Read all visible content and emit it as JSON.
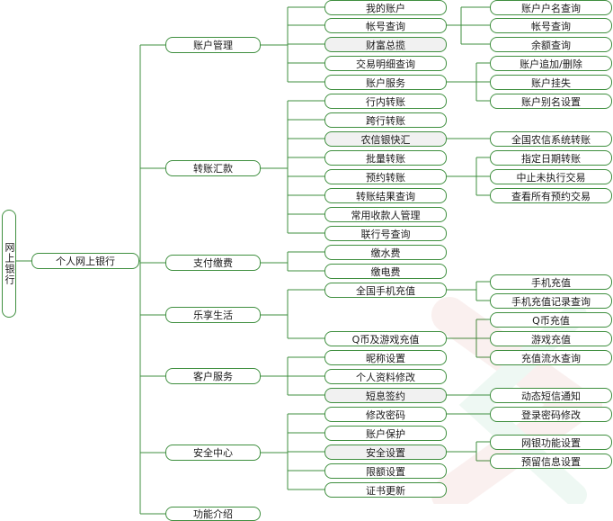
{
  "root": "网上银行",
  "main": "个人网上银行",
  "line_color": "#3f8f3f",
  "categories": [
    {
      "label": "账户管理",
      "items": [
        "我的账户",
        "帐号查询",
        "财富总揽",
        "交易明细查询",
        "账户服务"
      ]
    },
    {
      "label": "转账汇款",
      "items": [
        "行内转账",
        "跨行转账",
        "农信银快汇",
        "批量转账",
        "预约转账",
        "转账结果查询",
        "常用收款人管理",
        "联行号查询"
      ]
    },
    {
      "label": "支付缴费",
      "items": [
        "缴水费",
        "缴电费"
      ]
    },
    {
      "label": "乐享生活",
      "items": [
        "全国手机充值",
        "Q币及游戏充值"
      ]
    },
    {
      "label": "客户服务",
      "items": [
        "昵称设置",
        "个人资料修改",
        "短息签约"
      ]
    },
    {
      "label": "安全中心",
      "items": [
        "修改密码",
        "账户保护",
        "安全设置",
        "限额设置",
        "证书更新"
      ]
    },
    {
      "label": "功能介绍",
      "items": []
    }
  ],
  "subitems": {
    "account_query": [
      "账户户名查询",
      "帐号查询",
      "余额查询"
    ],
    "account_service": [
      "账户追加/删除",
      "账户挂失",
      "账户别名设置"
    ],
    "nongxin": [
      "全国农信系统转账"
    ],
    "scheduled": [
      "指定日期转账",
      "中止未执行交易",
      "查看所有预约交易"
    ],
    "mobile": [
      "手机充值",
      "手机充值记录查询"
    ],
    "qcoin": [
      "Q币充值",
      "游戏充值",
      "充值流水查询"
    ],
    "sms": [
      "动态短信通知"
    ],
    "password": [
      "登录密码修改"
    ],
    "security": [
      "网银功能设置",
      "预留信息设置"
    ]
  }
}
